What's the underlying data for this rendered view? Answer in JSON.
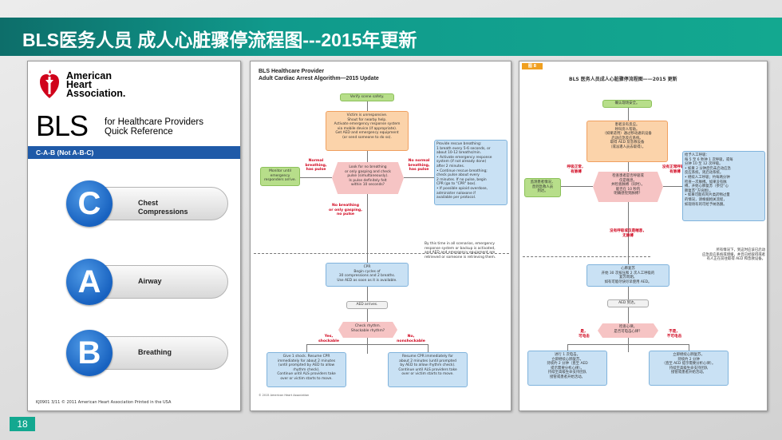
{
  "slide": {
    "title": "BLS医务人员 成人心脏骤停流程图---2015年更新",
    "page_number": "18"
  },
  "card1": {
    "org_line1": "American",
    "org_line2": "Heart",
    "org_line3": "Association.",
    "big": "BLS",
    "sub_line1": "for Healthcare Providers",
    "sub_line2": "Quick Reference",
    "bar": "C-A-B (Not A-B-C)",
    "items": [
      {
        "letter": "C",
        "label_line1": "Chest",
        "label_line2": "Compressions"
      },
      {
        "letter": "A",
        "label_line1": "Airway",
        "label_line2": ""
      },
      {
        "letter": "B",
        "label_line1": "Breathing",
        "label_line2": ""
      }
    ],
    "footer": "KJ0901   3/11   © 2011 American Heart Association   Printed in the USA"
  },
  "card2": {
    "title1": "BLS Healthcare Provider",
    "title2": "Adult Cardiac Arrest Algorithm—2015 Update",
    "verify": "Verify scene safety.",
    "victim": "Victim is unresponsive.\nShout for nearby help.\nActivate emergency response system\nvia mobile device (if appropriate).\nGet AED and emergency equipment\n(or send someone to do so).",
    "monitor": "Monitor until\nemergency\nresponders arrive.",
    "normal": "Normal\nbreathing,\nhas pulse",
    "look": "Look for no breathing\nor only gasping and check\npulse (simultaneously).\nIs pulse definitely felt\nwithin 10 seconds?",
    "no_normal": "No normal\nbreathing,\nhas pulse",
    "rescue": "Provide rescue breathing:\n1 breath every 5-6 seconds, or\nabout 10-12 breaths/min.\n• Activate emergency response\n  system (if not already done)\n  after 2 minutes.\n• Continue rescue breathing;\n  check pulse about every\n  2 minutes. If no pulse, begin\n  CPR (go to \"CPR\" box).\n• If possible opioid overdose,\n  administer naloxone if\n  available per protocol.",
    "no_breathing": "No breathing\nor only gasping,\nno pulse",
    "by_this_time": "By this time in all scenarios, emergency\nresponse system or backup is activated,\nand AED and emergency equipment are\nretrieved or someone is retrieving them.",
    "cpr": "CPR\nBegin cycles of\n30 compressions and 2 breaths.\nUse AED as soon as it is available.",
    "aed": "AED arrives.",
    "check": "Check rhythm.\nShockable rhythm?",
    "yes": "Yes,\nshockable",
    "no": "No,\nnonshockable",
    "shock": "Give 1 shock. Resume CPR\nimmediately for about 2 minutes\n(until prompted by AED to allow\nrhythm check).\nContinue until ALS providers take\nover or victim starts to move.",
    "resume": "Resume CPR immediately for\nabout 2 minutes (until prompted\nby AED to allow rhythm check).\nContinue until ALS providers take\nover or victim starts to move.",
    "copyright": "© 2015 American Heart Association"
  },
  "card3": {
    "tag": "图 8",
    "title": "BLS 医务人员成人心脏骤停流程图——2015 更新",
    "verify": "确认现场安全。",
    "victim": "患者没有反应。\n呼叫旁人帮助。\n（如果适用）通过移动通讯设备\n启动应急反应系统。\n取得 AED 及急救设备\n（或派遣人员去取得）。",
    "monitor": "监测患者情况，\n直到急救人员\n到达。",
    "normal": "呼吸正常，\n有脉搏",
    "look": "检查患者是否呼吸或\n仅是喘息，\n并检查脉搏（同时）。\n能否在 10 秒内\n明确感觉到脉搏？",
    "no_normal": "没有正常呼吸，\n有脉搏",
    "rescue": "给予人工呼吸：\n每 5 至 6 秒钟 1 次呼吸，或每\n分钟 10 至 12 次呼吸。\n• 如果 2 分钟后仍未启动应急\n  反应系统，则启动系统。\n• 继续人工呼吸；约每两分钟\n  检查一次脉搏。如果没有脉\n  搏，开始心肺复苏（参见“心\n  肺复苏”方块图）。\n• 如果可能有阿片类药物过量\n  的情况，请根据相关流程，\n  如现场有的可给予纳洛酮。",
    "no_breathing": "没有呼吸或仅是喘息，\n无脉搏",
    "by_this_time": "所有情况下，到这时应该已启动\n应急反应系统或增援，并且已经取得或者\n有人正在前往取得 AED 和急救设备。",
    "cpr": "心肺复苏\n开始 30 次按压和 2 次人工呼吸的\n复苏周期。\n如有可能尽快尽早使用 AED。",
    "aed": "AED 到达。",
    "check": "检查心律。\n是否可电击心律？",
    "yes": "是，\n可电击",
    "no": "不是，\n不可电击",
    "shock": "进行 1 次电击。\n立即继续心肺复苏，\n持续约 2 分钟（直至 AED\n提示需要分析心律）。\n持续至高级生命支持团队\n接管或患者开始活动。",
    "resume": "立即继续心肺复苏，\n持续约 2 分钟\n（直至 AED 提示需要分析心律）。\n持续至高级生命支持团队\n接管或患者开始活动。"
  },
  "colors": {
    "accent": "#13a890",
    "aha_red": "#d0021b",
    "bls_blue": "#1f5aa8"
  }
}
